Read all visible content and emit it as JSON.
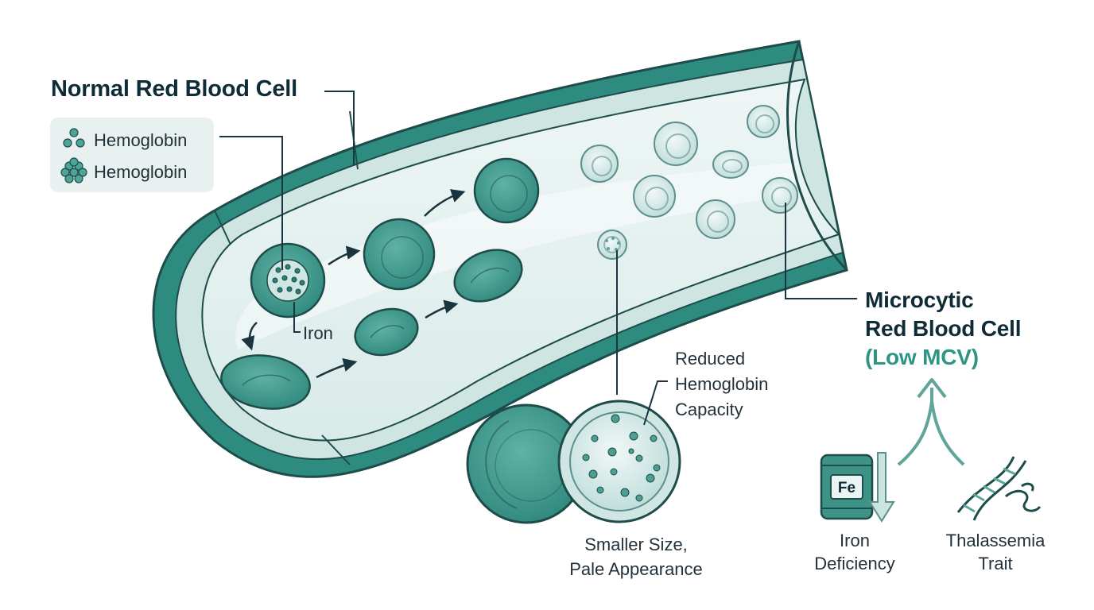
{
  "normal_cell": {
    "title": "Normal Red Blood Cell",
    "legend": [
      "Hemoglobin",
      "Hemoglobin"
    ],
    "iron_label": "Iron"
  },
  "microcytic_cell": {
    "title_lines": [
      "Microcytic",
      "Red Blood Cell"
    ],
    "subtitle": "(Low MCV)"
  },
  "reduced_capacity": [
    "Reduced",
    "Hemoglobin",
    "Capacity"
  ],
  "smaller_size": [
    "Smaller Size,",
    "Pale Appearance"
  ],
  "causes": {
    "iron_deficiency": {
      "symbol": "Fe",
      "label_lines": [
        "Iron",
        "Deficiency"
      ]
    },
    "thalassemia": {
      "label_lines": [
        "Thalassemia",
        "Trait"
      ]
    }
  },
  "colors": {
    "vessel_wall": "#2e8b80",
    "lumen": "#e3f0ef",
    "normal_cell": "#3f9c8f",
    "microcytic_cell": "#d7eceb",
    "outline": "#1d4c4a",
    "accent_text": "#2e9585"
  }
}
